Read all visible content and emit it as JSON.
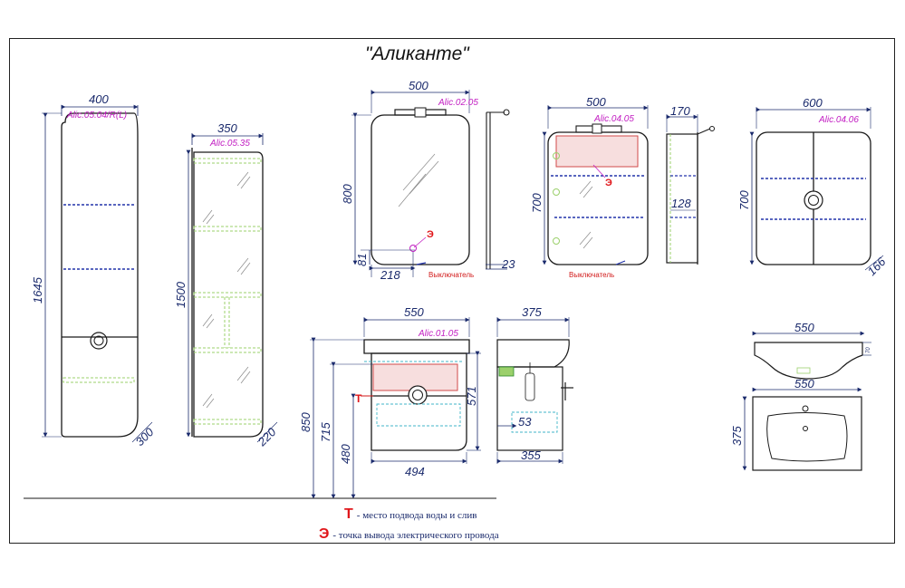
{
  "title": "\"Аликанте\"",
  "legend": {
    "t_symbol": "Т",
    "t_text": "- место подвода воды и слив",
    "e_symbol": "Э",
    "e_text": "-  точка вывода электрического провода"
  },
  "switch_label": "Выключатель",
  "marker_e": "Э",
  "marker_t": "Т",
  "units": [
    {
      "code": "Alic.05.04/R(L)",
      "dims": {
        "width": "400",
        "height": "1645",
        "depth": "300"
      }
    },
    {
      "code": "Alic.05.35",
      "dims": {
        "width": "350",
        "height": "1500",
        "depth": "220"
      }
    },
    {
      "code": "Alic.02.05",
      "dims": {
        "width": "500",
        "height": "800",
        "bottom": "81",
        "offset": "218",
        "depth": "23"
      }
    },
    {
      "code": "Alic.04.05",
      "dims": {
        "width": "500",
        "height": "700",
        "depth": "170",
        "shelf": "128"
      }
    },
    {
      "code": "Alic.04.06",
      "dims": {
        "width": "600",
        "height": "700",
        "depth": "166"
      }
    },
    {
      "code": "Alic.01.05",
      "dims": {
        "width": "550",
        "h1": "850",
        "h2": "715",
        "h3": "480",
        "h4": "571",
        "bottom_width": "494"
      }
    },
    {
      "code": "",
      "dims": {
        "depth": "375",
        "inner": "53",
        "bottom": "355"
      }
    },
    {
      "code": "",
      "dims": {
        "width_top": "550",
        "width_plan": "550",
        "depth": "375",
        "thickness": "70"
      }
    }
  ],
  "colors": {
    "line": "#1a1a1a",
    "dimension": "#1a2a6c",
    "code": "#c21ec2",
    "marker": "#e0161a",
    "shelf_dash": "#2233aa",
    "shelf_green": "#9bd06b",
    "mirror_hatch": "#8a8a8a",
    "light_box": "#f2c6c6",
    "cyan_dash": "#41b6c8"
  }
}
